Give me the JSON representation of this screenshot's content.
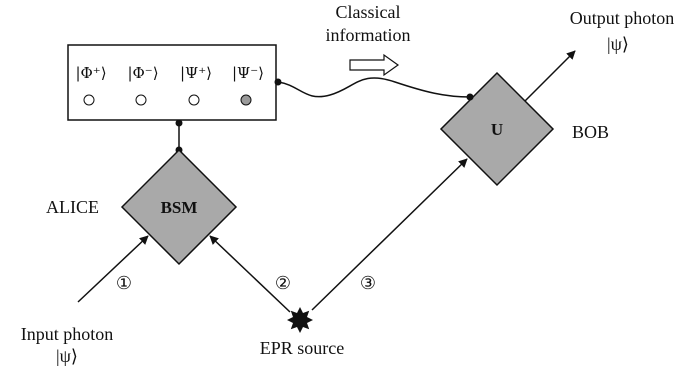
{
  "colors": {
    "stroke": "#111111",
    "node_fill": "#a9a9a9",
    "measured_state": "#9a9a9a",
    "background": "#ffffff"
  },
  "panel": {
    "states": [
      "|Φ⁺⟩",
      "|Φ⁻⟩",
      "|Ψ⁺⟩",
      "|Ψ⁻⟩"
    ],
    "measured_index": 3
  },
  "nodes": {
    "bsm": "BSM",
    "u": "U"
  },
  "labels": {
    "alice": "ALICE",
    "bob": "BOB",
    "classical_line1": "Classical",
    "classical_line2": "information",
    "output_line1": "Output photon",
    "output_line2": "|ψ⟩",
    "input_line1": "Input photon",
    "input_line2": "|ψ⟩",
    "epr_source": "EPR source"
  },
  "steps": [
    "①",
    "②",
    "③"
  ],
  "icons": {
    "source": "sunburst-icon",
    "classical_arrow": "hollow-arrow-icon"
  }
}
